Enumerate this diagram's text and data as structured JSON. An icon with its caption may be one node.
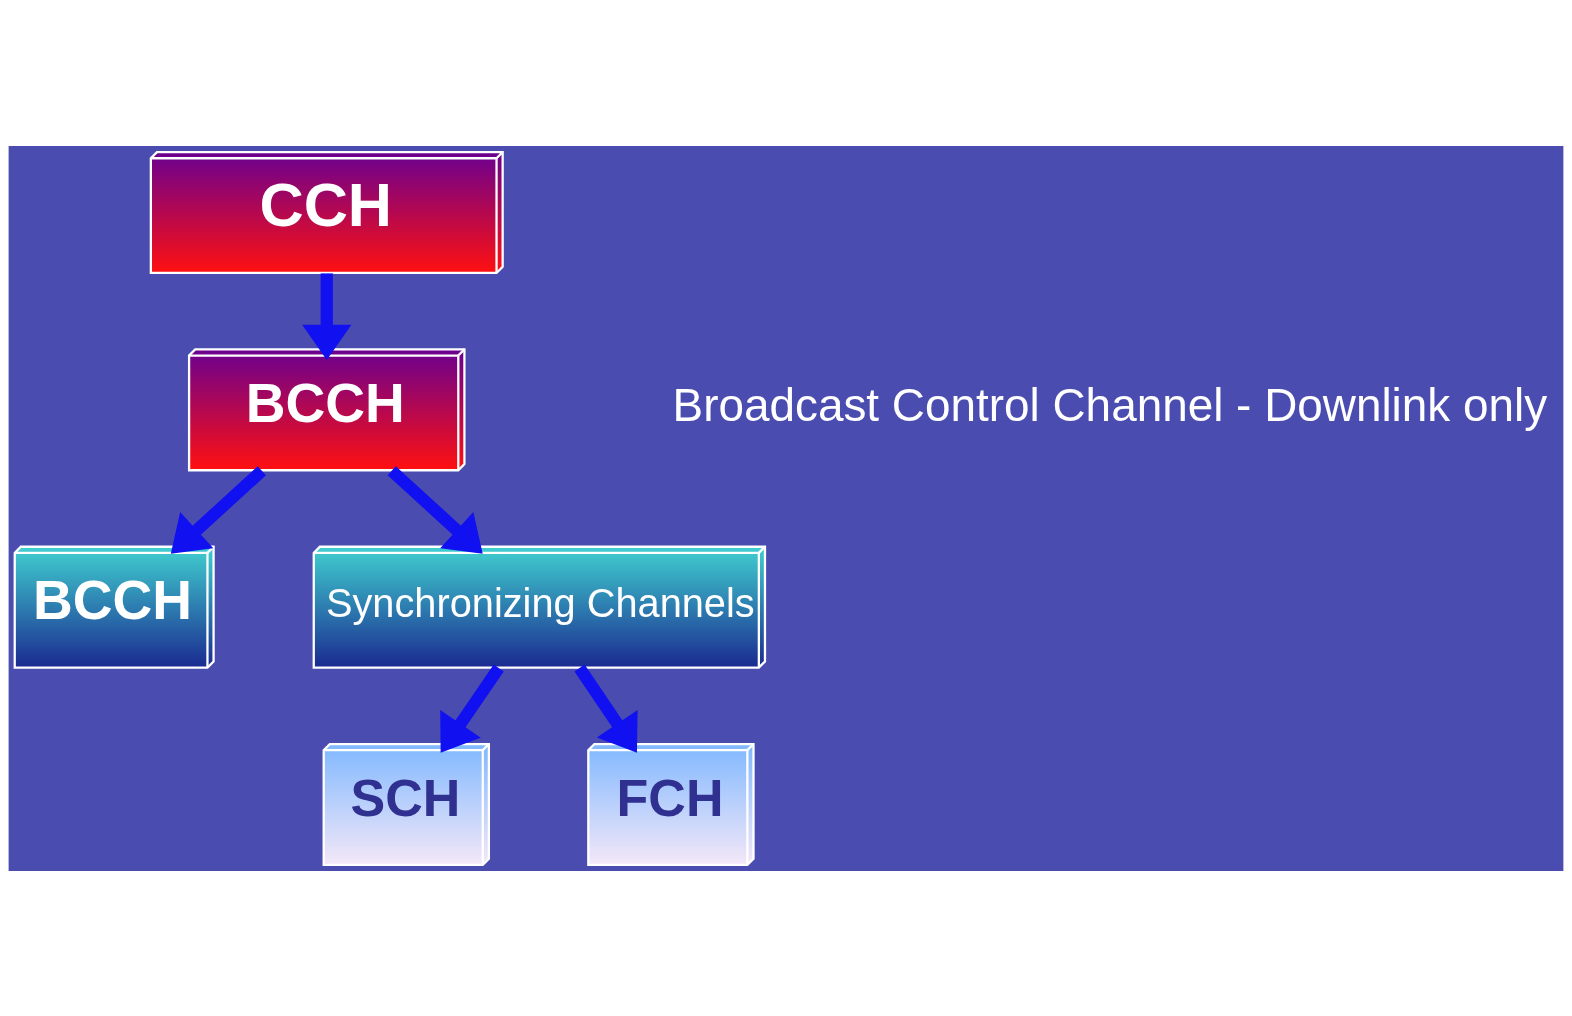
{
  "diagram": {
    "nodes": [
      {
        "text": [
          "CCH"
        ]
      },
      {
        "text": [
          "BCCH"
        ]
      },
      {
        "text": [
          "BCCH"
        ]
      },
      {
        "text": [
          "Synchronizing Channels"
        ]
      },
      {
        "text": [
          "SCH"
        ]
      },
      {
        "text": [
          "FCH"
        ]
      }
    ],
    "edges": [
      {
        "from": 0,
        "to": 1,
        "arrow": "to"
      },
      {
        "from": 1,
        "to": 2,
        "arrow": "to"
      },
      {
        "from": 1,
        "to": 3,
        "arrow": "to"
      },
      {
        "from": 3,
        "to": 4,
        "arrow": "to"
      },
      {
        "from": 3,
        "to": 5,
        "arrow": "to"
      }
    ],
    "labels": [
      "Broadcast Control Channel - Downlink only"
    ]
  }
}
